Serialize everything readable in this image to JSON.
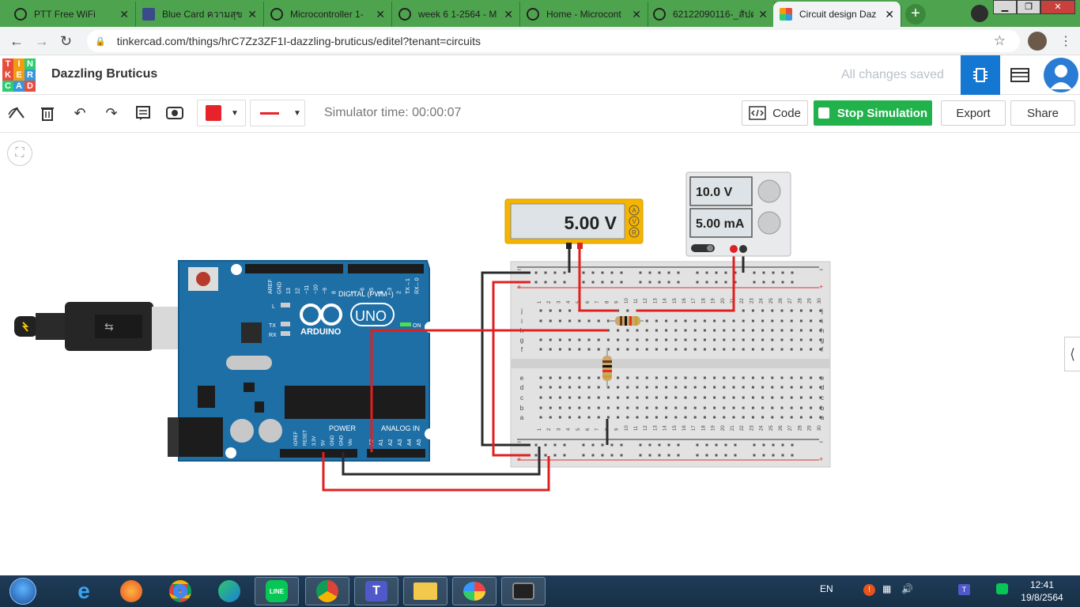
{
  "browser": {
    "tabs": [
      {
        "label": "PTT Free WiFi",
        "close": "✕"
      },
      {
        "label": "Blue Card ความสุขฯ",
        "close": "✕"
      },
      {
        "label": "Microcontroller 1-",
        "close": "✕"
      },
      {
        "label": "week 6 1-2564 - M",
        "close": "✕"
      },
      {
        "label": "Home - Microcont",
        "close": "✕"
      },
      {
        "label": "62122090116-_สัปด",
        "close": "✕"
      },
      {
        "label": "Circuit design Daz",
        "close": "✕"
      }
    ],
    "new_tab": "+",
    "url": "tinkercad.com/things/hrC7Zz3ZF1I-dazzling-bruticus/editel?tenant=circuits"
  },
  "app": {
    "logo_letters": [
      "T",
      "I",
      "N",
      "K",
      "E",
      "R",
      "C",
      "A",
      "D"
    ],
    "logo_colors": [
      "#e84c3d",
      "#f39c12",
      "#2ecc71",
      "#e84c3d",
      "#f39c12",
      "#3498db",
      "#2ecc71",
      "#3498db",
      "#e84c3d"
    ],
    "project_title": "Dazzling Bruticus",
    "save_status": "All changes saved",
    "accent": "#1477d1"
  },
  "toolbar": {
    "sim_time": "Simulator time: 00:00:07",
    "code_label": "Code",
    "stop_label": "Stop Simulation",
    "export_label": "Export",
    "share_label": "Share",
    "wire_color": "#e8222a"
  },
  "circuit": {
    "multimeter_reading": "5.00 V",
    "multimeter_modes": [
      "A",
      "V",
      "R"
    ],
    "psu_voltage": "10.0 V",
    "psu_current": "5.00 mA",
    "arduino": {
      "brand": "ARDUINO",
      "model": "UNO",
      "digital_label": "DIGITAL (PWM~)",
      "power_label": "POWER",
      "analog_label": "ANALOG IN",
      "on_label": "ON",
      "tx_label": "TX",
      "rx_label": "RX",
      "l_label": "L",
      "digital_pins": [
        "AREF",
        "GND",
        "13",
        "12",
        "~11",
        "~10",
        "~9",
        "8",
        "7",
        "~6",
        "~5",
        "4",
        "~3",
        "2",
        "TX→1",
        "RX←0"
      ],
      "power_pins": [
        "IOREF",
        "RESET",
        "3.3V",
        "5V",
        "GND",
        "GND",
        "Vin"
      ],
      "analog_pins": [
        "A0",
        "A1",
        "A2",
        "A3",
        "A4",
        "A5"
      ]
    },
    "breadboard": {
      "col_numbers": [
        "1",
        "2",
        "3",
        "4",
        "5",
        "6",
        "7",
        "8",
        "9",
        "10",
        "11",
        "12",
        "13",
        "14",
        "15",
        "16",
        "17",
        "18",
        "19",
        "20",
        "21",
        "22",
        "23",
        "24",
        "25",
        "26",
        "27",
        "28",
        "29",
        "30"
      ],
      "rows_top": [
        "j",
        "i",
        "h",
        "g",
        "f"
      ],
      "rows_bottom": [
        "e",
        "d",
        "c",
        "b",
        "a"
      ]
    }
  },
  "taskbar": {
    "lang": "EN",
    "time": "12:41",
    "date": "19/8/2564"
  }
}
